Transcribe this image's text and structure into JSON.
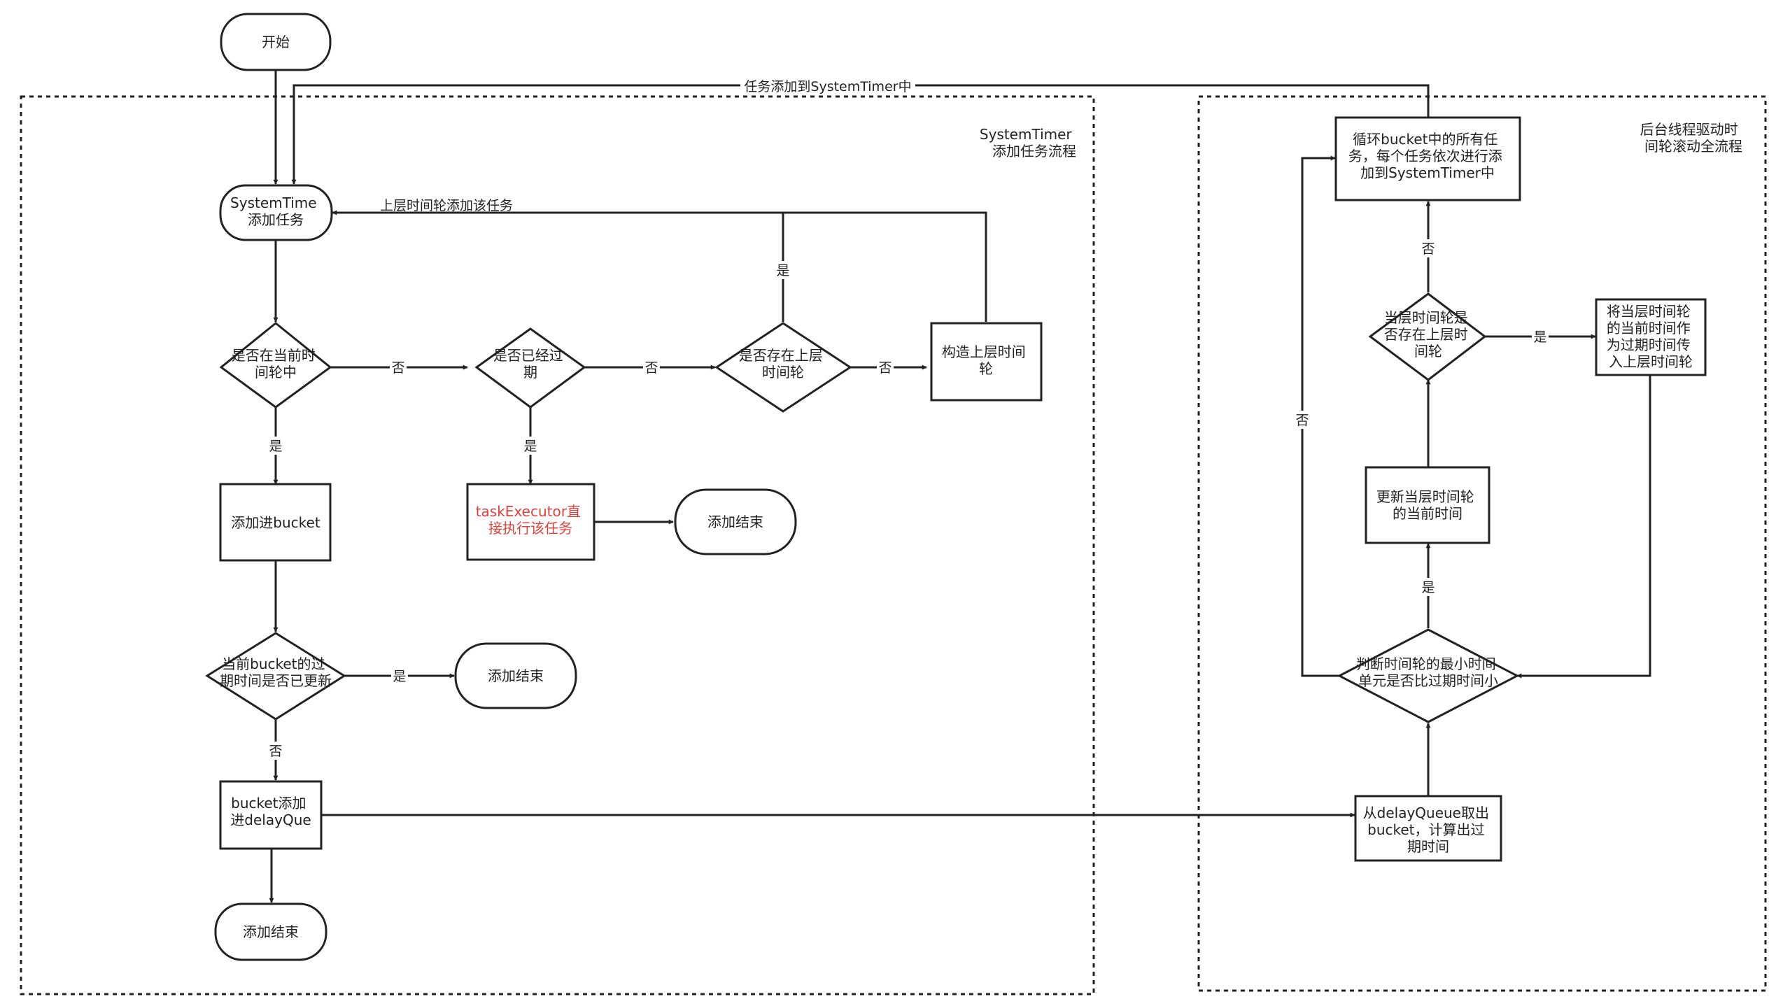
{
  "groups": {
    "left": {
      "label": [
        "SystemTimer",
        "添加任务流程"
      ]
    },
    "right": {
      "label": [
        "后台线程驱动时",
        "间轮滚动全流程"
      ]
    }
  },
  "nodes": {
    "start": [
      "开始"
    ],
    "add_task": [
      "SystemTime",
      "添加任务"
    ],
    "in_current_wheel": [
      "是否在当前时",
      "间轮中"
    ],
    "expired": [
      "是否已经过",
      "期"
    ],
    "has_upper_wheel": [
      "是否存在上层",
      "时间轮"
    ],
    "build_upper_wheel": [
      "构造上层时间",
      "轮"
    ],
    "add_to_bucket": [
      "添加进bucket"
    ],
    "executor_run": [
      "taskExecutor直",
      "接执行该任务"
    ],
    "end_executor": [
      "添加结束"
    ],
    "bucket_expiry_updated": [
      "当前bucket的过",
      "期时间是否已更新"
    ],
    "end_updated": [
      "添加结束"
    ],
    "bucket_to_queue": [
      "bucket添加",
      "进delayQue"
    ],
    "end_final": [
      "添加结束"
    ],
    "loop_bucket_tasks": [
      "循环bucket中的所有任",
      "务，每个任务依次进行添",
      "加到SystemTimer中"
    ],
    "wheel_has_upper": [
      "当层时间轮是",
      "否存在上层时",
      "间轮"
    ],
    "pass_time_upper": [
      "将当层时间轮",
      "的当前时间作",
      "为过期时间传",
      "入上层时间轮"
    ],
    "update_current_time": [
      "更新当层时间轮",
      "的当前时间"
    ],
    "min_unit_check": [
      "判断时间轮的最小时间",
      "单元是否比过期时间小"
    ],
    "take_from_queue": [
      "从delayQueue取出",
      "bucket，计算出过",
      "期时间"
    ]
  },
  "edges": {
    "add_to_systemtimer": "任务添加到SystemTimer中",
    "upper_wheel_add": "上层时间轮添加该任务",
    "yes_upper": "是",
    "no_1": "否",
    "no_2": "否",
    "no_3": "否",
    "yes_in_wheel": "是",
    "yes_expired": "是",
    "yes_updated": "是",
    "no_updated": "否",
    "no_loop": "否",
    "yes_wheel_upper": "是",
    "no_wheel_upper": "否",
    "yes_min_unit": "是"
  },
  "colors": {
    "stroke": "#222222",
    "highlight_text": "#e0413c"
  }
}
